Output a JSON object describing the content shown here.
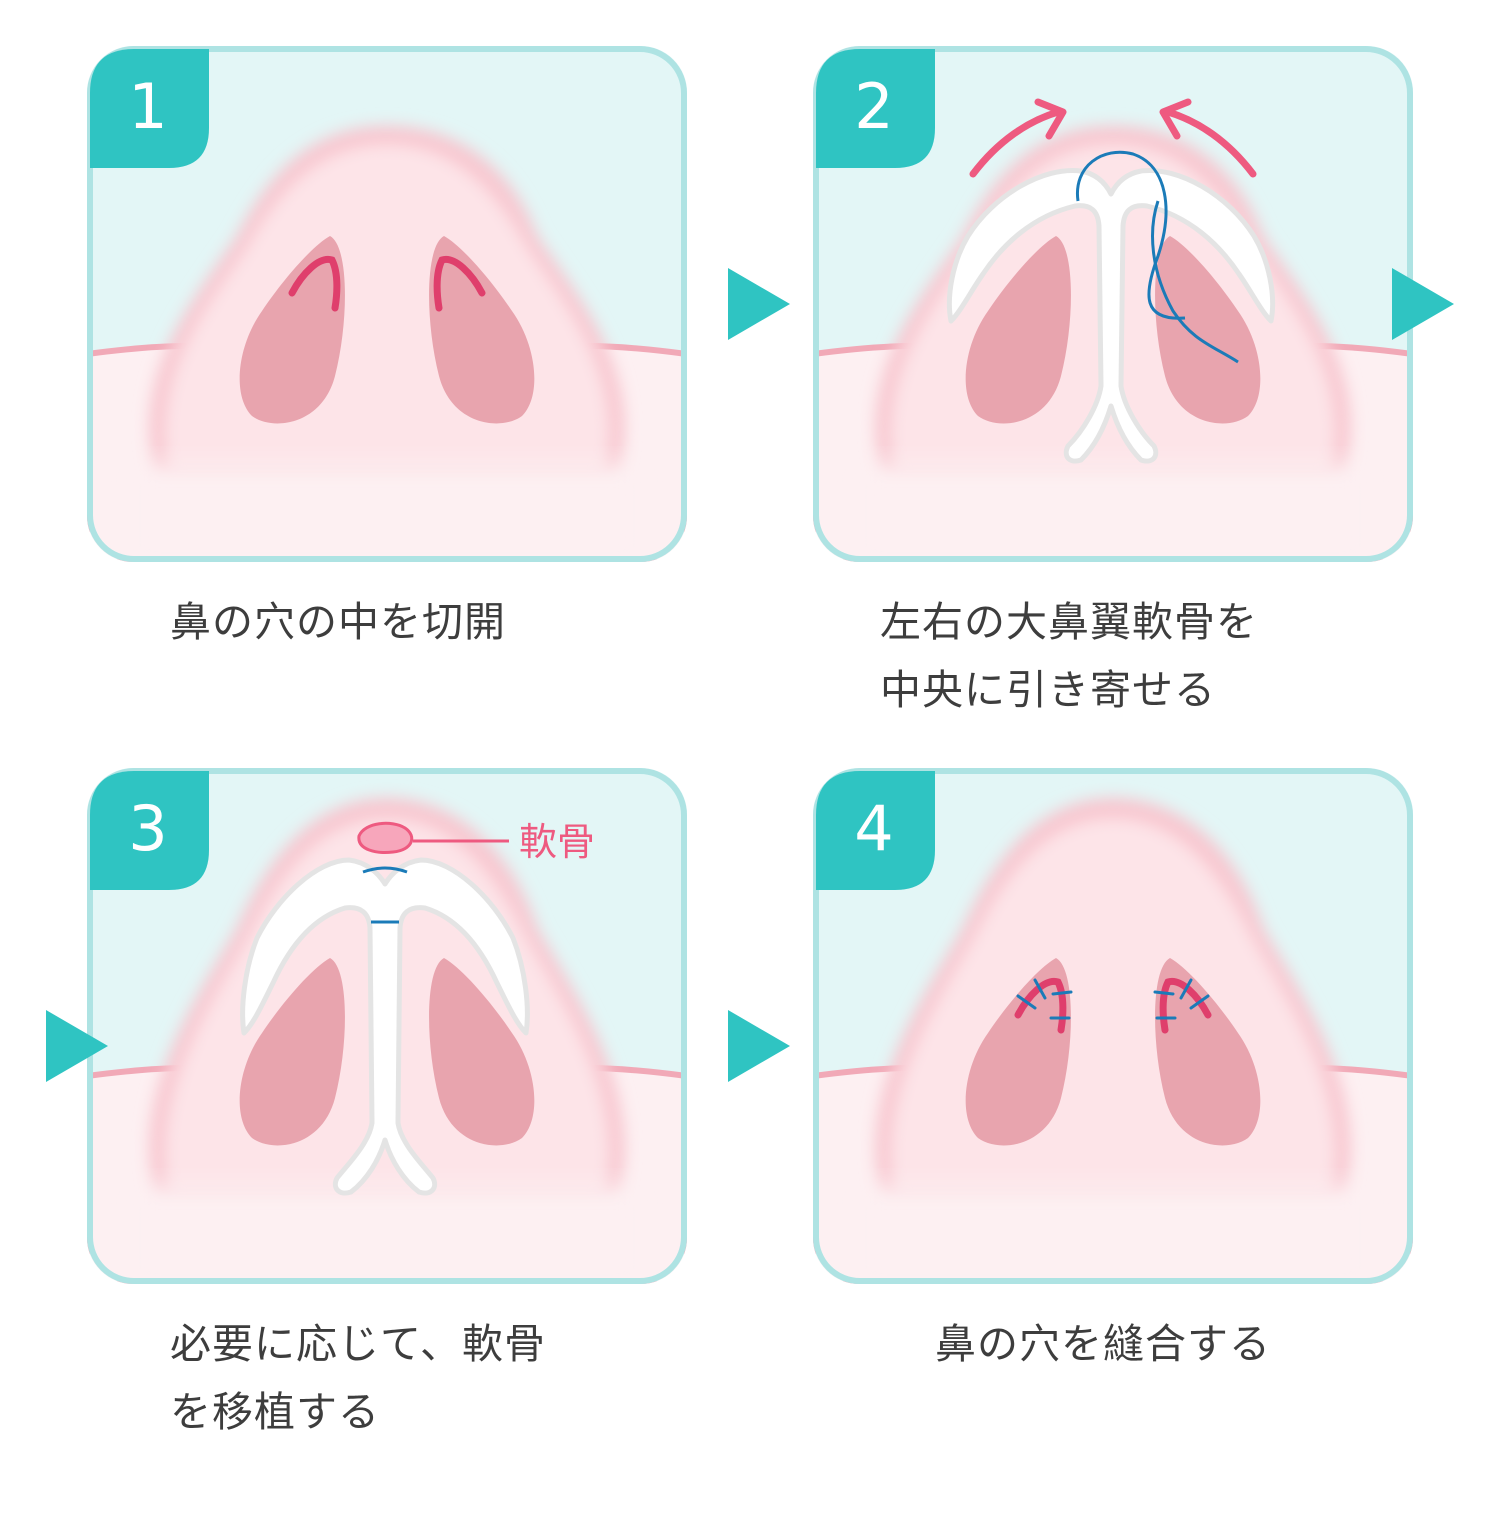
{
  "steps": [
    {
      "number": "1",
      "caption_lines": [
        "鼻の穴の中を切開"
      ]
    },
    {
      "number": "2",
      "caption_lines": [
        "左右の大鼻翼軟骨を",
        "中央に引き寄せる"
      ]
    },
    {
      "number": "3",
      "caption_lines": [
        "必要に応じて、軟骨",
        "を移植する"
      ],
      "label": "軟骨"
    },
    {
      "number": "4",
      "caption_lines": [
        "鼻の穴を縫合する"
      ]
    }
  ],
  "colors": {
    "frame": "#aee3e3",
    "badge": "#2fc4c2",
    "bg": "#e3f6f6",
    "skin": "#fde9ec",
    "nostril": "#e8a4ae",
    "incision": "#df3f6c",
    "suture": "#1b7bb8",
    "pull_arrow": "#ee5a80",
    "cartilage_outline": "#e4e4e4"
  },
  "icons": [
    "step-arrow-icon",
    "pull-arrow-icon"
  ]
}
